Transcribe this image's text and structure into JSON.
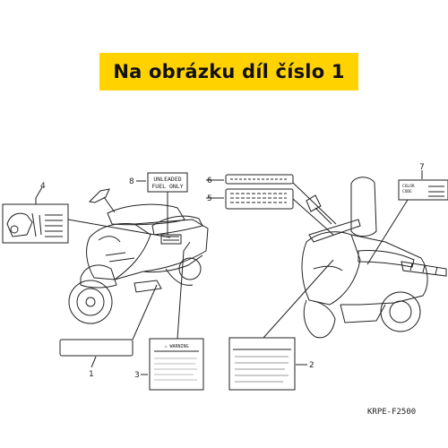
{
  "banner": {
    "text": "Na obrázku díl číslo 1",
    "color": "#ffd200"
  },
  "callouts": {
    "c1": "1",
    "c2": "2",
    "c3": "3",
    "c4": "4",
    "c5": "5",
    "c6": "6",
    "c7": "7",
    "c8": "8"
  },
  "labels": {
    "unleaded_line1": "UNLEADED",
    "unleaded_line2": "FUEL ONLY",
    "warning_title": "⚠ WARNING",
    "color_code_line1": "COLOR",
    "color_code_line2": "CODE"
  },
  "diagram_code": "KRPE-F2500"
}
